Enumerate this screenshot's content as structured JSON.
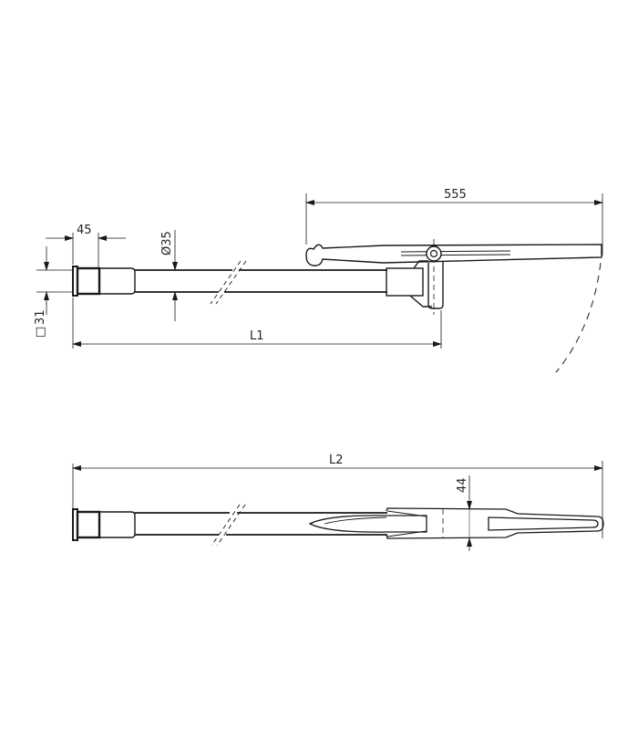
{
  "drawing": {
    "top_view": {
      "dim_width_45": "45",
      "dim_diameter": "Ø35",
      "dim_square": "31",
      "dim_square_symbol": "□",
      "dim_length_L1": "L1",
      "dim_handle_555": "555"
    },
    "bottom_view": {
      "dim_length_L2": "L2",
      "dim_height_44": "44"
    },
    "colors": {
      "line": "#1a1a1a",
      "thin": "#333333",
      "background": "#ffffff"
    }
  }
}
